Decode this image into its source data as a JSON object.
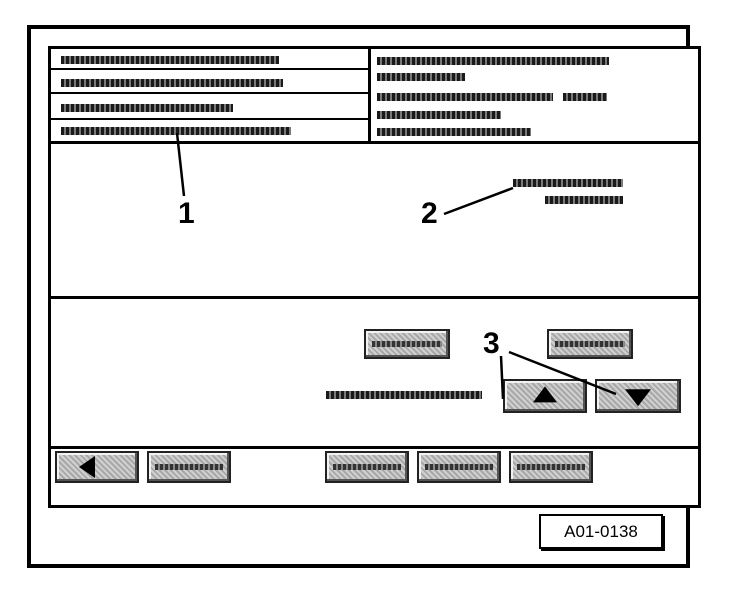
{
  "header": {
    "left_rows": [
      "",
      "",
      "",
      ""
    ],
    "right_rows": [
      "",
      "",
      "",
      ""
    ]
  },
  "callouts": {
    "c1": "1",
    "c2": "2",
    "c3": "3"
  },
  "figure_id": "A01-0138",
  "icons": {
    "back": "triangle-left-icon",
    "up": "triangle-up-icon",
    "down": "triangle-down-icon"
  },
  "colors": {
    "line": "#000000",
    "button_face": "#c0c0c0",
    "background": "#ffffff"
  }
}
